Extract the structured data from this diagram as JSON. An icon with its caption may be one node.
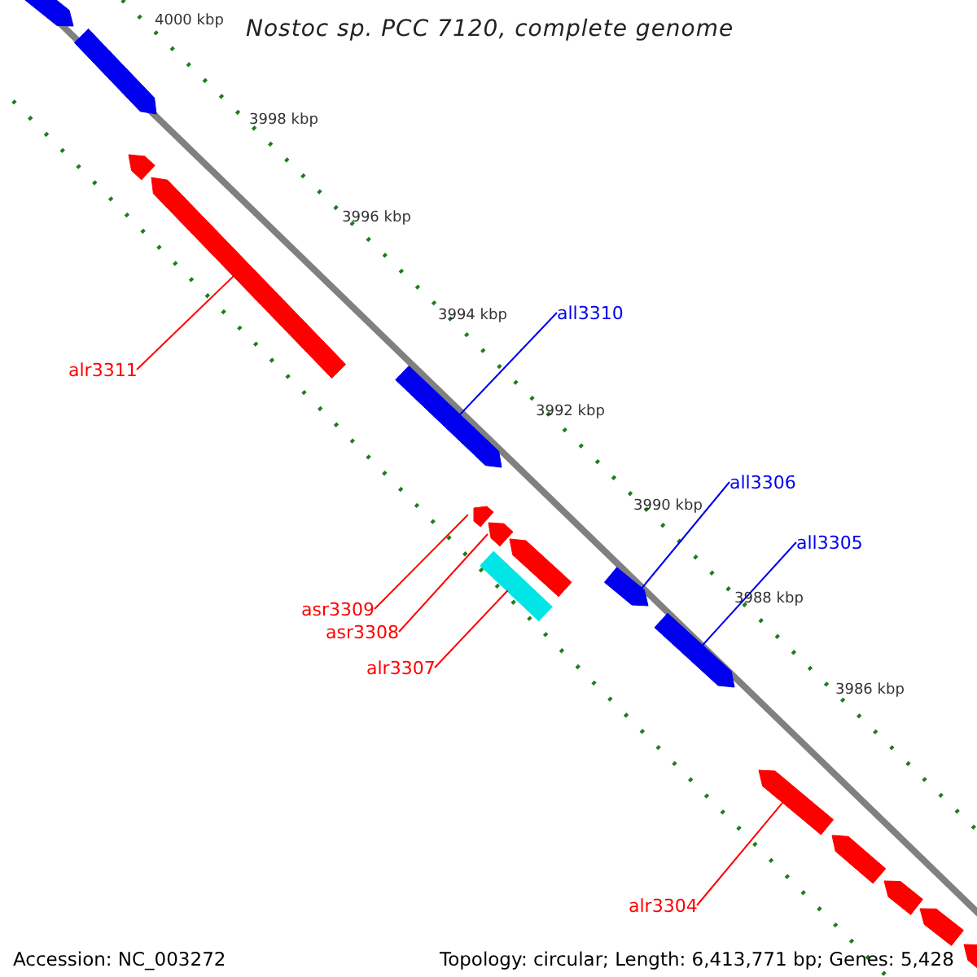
{
  "diagram": {
    "title": "Nostoc sp. PCC 7120, complete genome",
    "nodes": [
      {
        "text": [],
        "shape": "arrow"
      },
      {
        "text": [],
        "shape": "arrow"
      },
      {
        "text": [],
        "shape": "arrow"
      },
      {
        "text": [],
        "shape": "arrow"
      },
      {
        "text": [],
        "shape": "arrow"
      },
      {
        "text": [],
        "shape": "arrow"
      },
      {
        "text": [],
        "shape": "arrow"
      },
      {
        "text": [],
        "shape": "arrow"
      },
      {
        "text": [],
        "shape": "bar"
      },
      {
        "text": [],
        "shape": "arrow"
      },
      {
        "text": [],
        "shape": "arrow"
      },
      {
        "text": [],
        "shape": "arrow"
      },
      {
        "text": [],
        "shape": "arrow"
      },
      {
        "text": [],
        "shape": "arrow"
      },
      {
        "text": [],
        "shape": "arrow"
      },
      {
        "text": [],
        "shape": "arrow"
      },
      {
        "text": [
          "all3310"
        ]
      },
      {
        "text": [
          "alr3311"
        ]
      },
      {
        "text": [
          "all3306"
        ]
      },
      {
        "text": [
          "all3305"
        ]
      },
      {
        "text": [
          "asr3309"
        ]
      },
      {
        "text": [
          "asr3308"
        ]
      },
      {
        "text": [
          "alr3307"
        ]
      },
      {
        "text": [
          "alr3304"
        ]
      }
    ],
    "edges": [
      {
        "from": 16,
        "to": 4,
        "arrow": "none",
        "color": "#0000ee"
      },
      {
        "from": 17,
        "to": 3,
        "arrow": "none"
      },
      {
        "from": 18,
        "to": 9,
        "arrow": "none",
        "color": "#0000ee"
      },
      {
        "from": 19,
        "to": 10,
        "arrow": "none",
        "color": "#0000ee"
      },
      {
        "from": 20,
        "to": 5,
        "arrow": "none"
      },
      {
        "from": 21,
        "to": 6,
        "arrow": "none"
      },
      {
        "from": 22,
        "to": 8,
        "arrow": "none"
      },
      {
        "from": 23,
        "to": 11,
        "arrow": "none"
      }
    ],
    "labels": [
      "4000 kbp",
      "3998 kbp",
      "3996 kbp",
      "3994 kbp",
      "3992 kbp",
      "3990 kbp",
      "3988 kbp",
      "3986 kbp",
      "Accession: NC_003272",
      "Topology: circular; Length: 6,413,771 bp; Genes: 5,428"
    ]
  }
}
